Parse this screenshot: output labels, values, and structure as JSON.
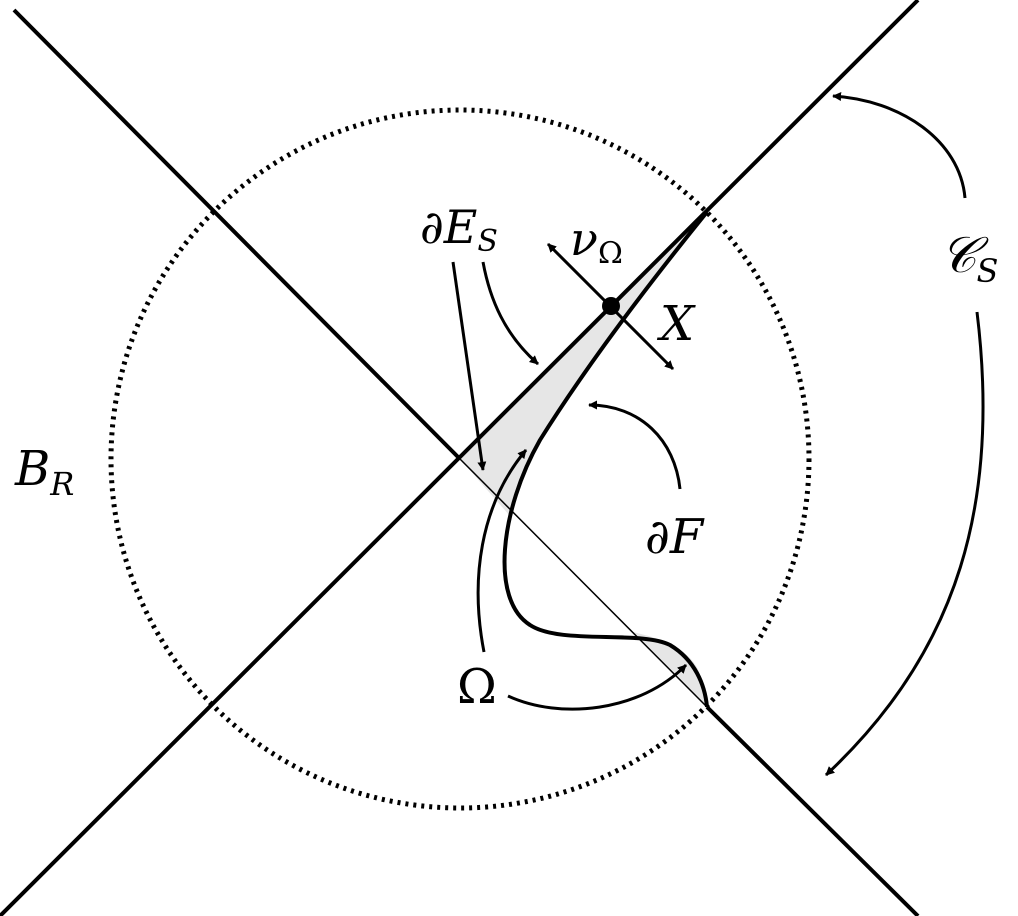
{
  "labels": {
    "boundary_E_S": {
      "prefix": "∂",
      "main": "E",
      "sub": "S"
    },
    "normal": {
      "main": "ν",
      "sub": "Ω"
    },
    "point": {
      "main": "X"
    },
    "cone": {
      "main": "𝒞",
      "sub": "S"
    },
    "ball": {
      "main": "B",
      "sub": "R"
    },
    "boundary_F": {
      "prefix": "∂",
      "main": "F"
    },
    "region": {
      "main": "Ω"
    }
  },
  "colors": {
    "stroke": "#000000",
    "shaded_region": "#e6e6e6",
    "background": "#ffffff"
  }
}
